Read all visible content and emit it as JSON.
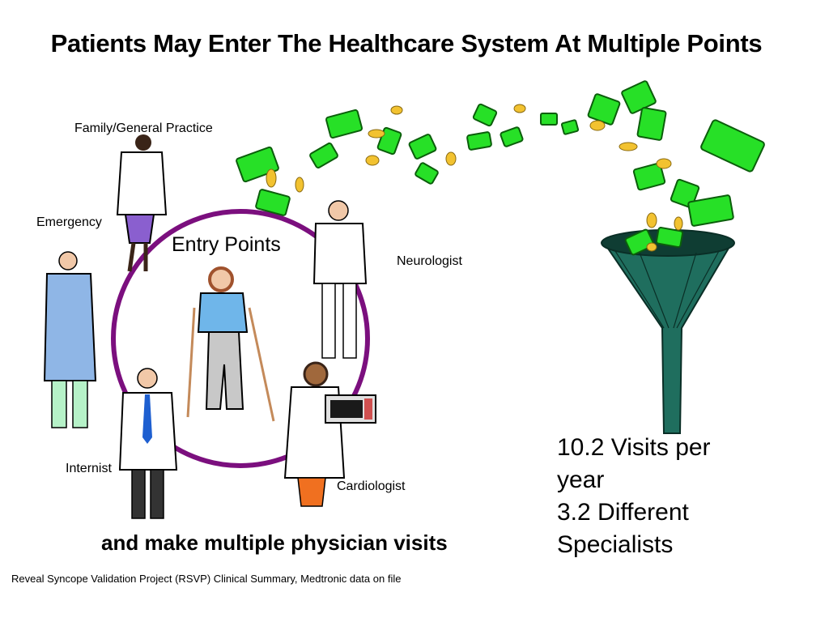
{
  "title": "Patients May Enter The Healthcare System At Multiple Points",
  "labels": {
    "family": "Family/General Practice",
    "emergency": "Emergency",
    "neurologist": "Neurologist",
    "internist": "Internist",
    "cardiologist": "Cardiologist",
    "center": "Entry Points"
  },
  "stats": {
    "line1": "10.2 Visits per year",
    "line2": "3.2 Different Specialists"
  },
  "bottom_text": "and make multiple physician visits",
  "source": "Reveal Syncope Validation Project (RSVP) Clinical Summary, Medtronic data on file",
  "colors": {
    "circle": "#7b0f7e",
    "funnel": "#1f6e5e",
    "money": "#27e027",
    "coin": "#f2c230"
  }
}
